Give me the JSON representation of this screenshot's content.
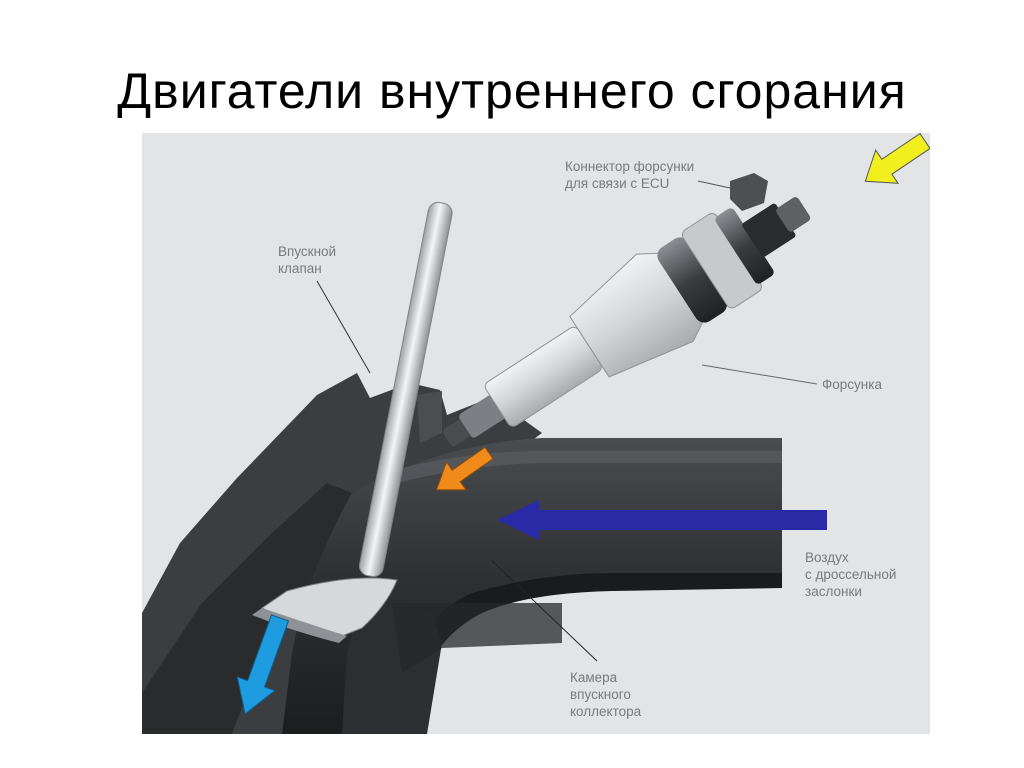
{
  "slide": {
    "title": "Двигатели внутреннего сгорания"
  },
  "diagram": {
    "labels": {
      "injector_connector": [
        "Коннектор форсунки",
        "для связи с ECU"
      ],
      "intake_valve": [
        "Впускной",
        "клапан"
      ],
      "injector": [
        "Форсунка"
      ],
      "air": [
        "Воздух",
        "с дроссельной",
        "заслонки"
      ],
      "intake_chamber": [
        "Камера",
        "впускного",
        "коллектора"
      ]
    },
    "arrows": {
      "signal_color": "#f2ef1f",
      "fuel_color": "#f08a1a",
      "air_color": "#2b2aa6",
      "mixture_color": "#1f9be0"
    }
  }
}
